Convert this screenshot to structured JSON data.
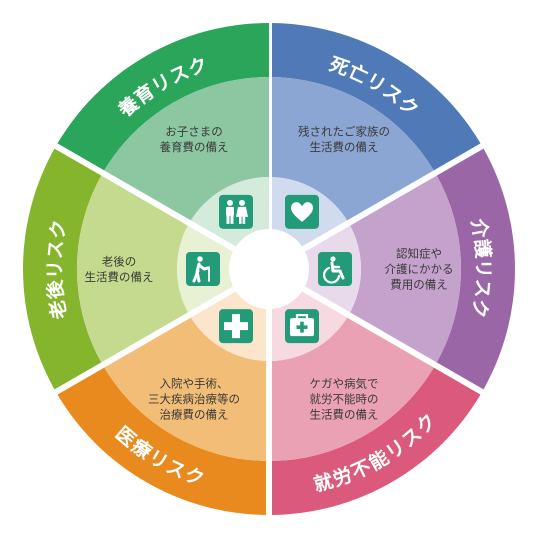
{
  "segments": [
    {
      "id": "death",
      "label": "死亡リスク",
      "desc": [
        "残されたご家族の",
        "生活費の備え"
      ],
      "icon": "heart-icon",
      "colors": {
        "outer": "#4f79b7",
        "middle": "#8ba6d2",
        "inner": "#d0dcee"
      }
    },
    {
      "id": "care",
      "label": "介護リスク",
      "desc": [
        "認知症や",
        "介護にかかる",
        "費用の備え"
      ],
      "icon": "wheelchair-icon",
      "colors": {
        "outer": "#9a66a6",
        "middle": "#c4a2cb",
        "inner": "#e8daeb"
      }
    },
    {
      "id": "disability",
      "label": "就労不能リスク",
      "desc": [
        "ケガや病気で",
        "就労不能時の",
        "生活費の備え"
      ],
      "icon": "first-aid-kit-icon",
      "colors": {
        "outer": "#db5a7c",
        "middle": "#eaa1b4",
        "inner": "#f7d9e1"
      }
    },
    {
      "id": "medical",
      "label": "医療リスク",
      "desc": [
        "入院や手術、",
        "三大疾病治療等の",
        "治療費の備え"
      ],
      "icon": "medical-cross-icon",
      "colors": {
        "outer": "#e98a1e",
        "middle": "#f2bd77",
        "inner": "#fbe6cb"
      }
    },
    {
      "id": "retirement",
      "label": "老後リスク",
      "desc": [
        "老後の",
        "生活費の備え"
      ],
      "icon": "elderly-person-icon",
      "colors": {
        "outer": "#84b52c",
        "middle": "#c4db8f",
        "inner": "#e8f1d3"
      }
    },
    {
      "id": "education",
      "label": "養育リスク",
      "desc": [
        "お子さまの",
        "養育費の備え"
      ],
      "icon": "children-icon",
      "colors": {
        "outer": "#2aa55a",
        "middle": "#8cc7a1",
        "inner": "#d4ebdc"
      }
    }
  ],
  "icon_tile_color": "#239a78"
}
